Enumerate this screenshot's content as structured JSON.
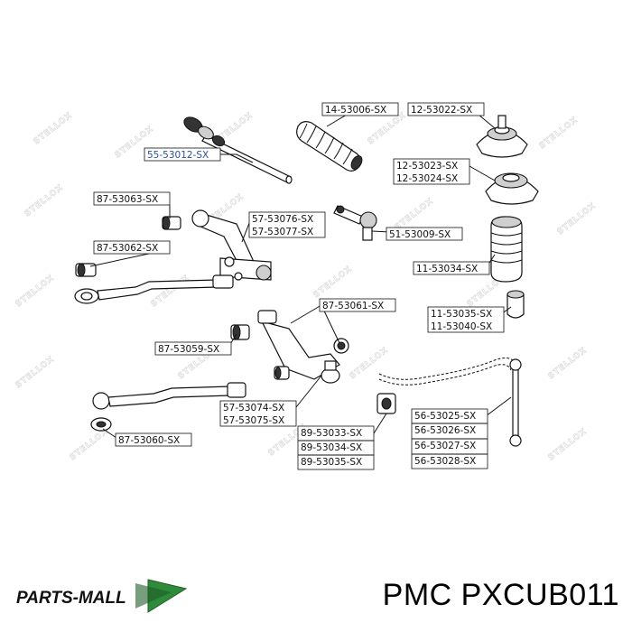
{
  "diagram": {
    "watermark_text": "STELLOX",
    "labels": [
      {
        "id": "55-53012",
        "text": "55-53012-SX",
        "color": "#2a4fa8"
      },
      {
        "id": "14-53006",
        "text": "14-53006-SX"
      },
      {
        "id": "12-53022",
        "text": "12-53022-SX"
      },
      {
        "id": "12-53023",
        "text": "12-53023-SX"
      },
      {
        "id": "12-53024",
        "text": "12-53024-SX"
      },
      {
        "id": "87-53063",
        "text": "87-53063-SX"
      },
      {
        "id": "87-53062",
        "text": "87-53062-SX"
      },
      {
        "id": "57-53076",
        "text": "57-53076-SX"
      },
      {
        "id": "57-53077",
        "text": "57-53077-SX"
      },
      {
        "id": "51-53009",
        "text": "51-53009-SX"
      },
      {
        "id": "11-53034",
        "text": "11-53034-SX"
      },
      {
        "id": "87-53061",
        "text": "87-53061-SX"
      },
      {
        "id": "11-53035",
        "text": "11-53035-SX"
      },
      {
        "id": "11-53040",
        "text": "11-53040-SX"
      },
      {
        "id": "87-53059",
        "text": "87-53059-SX"
      },
      {
        "id": "57-53074",
        "text": "57-53074-SX"
      },
      {
        "id": "57-53075",
        "text": "57-53075-SX"
      },
      {
        "id": "56-53025",
        "text": "56-53025-SX"
      },
      {
        "id": "56-53026",
        "text": "56-53026-SX"
      },
      {
        "id": "56-53027",
        "text": "56-53027-SX"
      },
      {
        "id": "56-53028",
        "text": "56-53028-SX"
      },
      {
        "id": "89-53033",
        "text": "89-53033-SX"
      },
      {
        "id": "89-53034",
        "text": "89-53034-SX"
      },
      {
        "id": "89-53035",
        "text": "89-53035-SX"
      },
      {
        "id": "87-53060",
        "text": "87-53060-SX"
      }
    ]
  },
  "footer": {
    "brand_logo_text": "PARTS-MALL",
    "part_code": "PMC PXCUB011",
    "logo_colors": {
      "green": "#2e8b3a",
      "dark_green": "#1f5e27"
    }
  }
}
